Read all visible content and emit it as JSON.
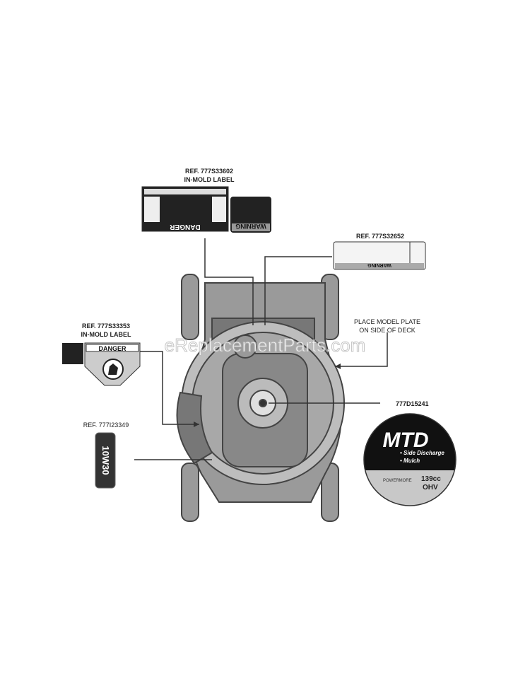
{
  "labels": {
    "top_label_ref": "REF. 777S33602",
    "top_label_type": "IN-MOLD LABEL",
    "top_label_danger": "DANGER",
    "top_label_warning": "WARNING",
    "right_label_ref": "REF. 777S32652",
    "right_label_warning": "WARNING",
    "left_label_ref": "REF. 777S33353",
    "left_label_type": "IN-MOLD LABEL",
    "left_label_danger": "DANGER",
    "oil_label_ref": "REF. 777I23349",
    "oil_label_text": "10W30",
    "model_plate_line1": "PLACE MODEL PLATE",
    "model_plate_line2": "ON SIDE OF DECK",
    "engine_label_ref": "777D15241"
  },
  "engine_badge": {
    "brand": "MTD",
    "feature1": "• Side Discharge",
    "feature2": "• Mulch",
    "engine_brand": "POWERMORE",
    "displacement": "139cc",
    "engine_type": "OHV"
  },
  "watermark": "eReplacementParts.com",
  "colors": {
    "ink": "#333333",
    "fill": "#8a8a8a",
    "dark": "#1a1a1a"
  }
}
